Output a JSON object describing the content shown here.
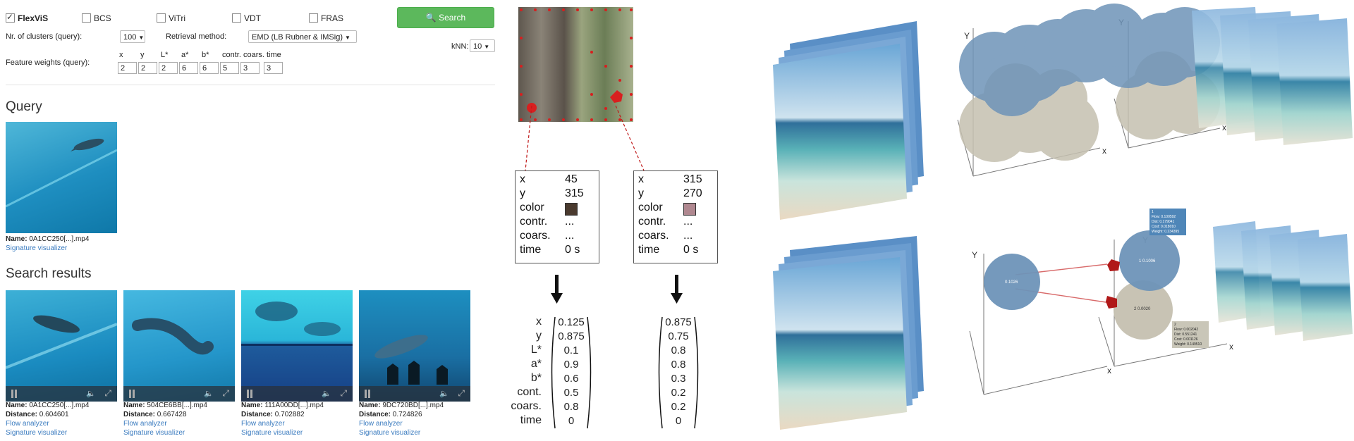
{
  "filters": {
    "checkboxes": [
      {
        "label": "FlexViS",
        "checked": true
      },
      {
        "label": "BCS",
        "checked": false
      },
      {
        "label": "ViTri",
        "checked": false
      },
      {
        "label": "VDT",
        "checked": false
      },
      {
        "label": "FRAS",
        "checked": false
      }
    ],
    "search_label": "Search",
    "clusters_label": "Nr. of clusters (query):",
    "clusters_value": "100",
    "method_label": "Retrieval method:",
    "method_value": "EMD (LB Rubner & IMSig)",
    "knn_label": "kNN:",
    "knn_value": "10",
    "weights_label": "Feature weights (query):",
    "weight_headers": [
      "x",
      "y",
      "L*",
      "a*",
      "b*",
      "contr.",
      "coars.",
      "time"
    ],
    "weight_values": [
      "2",
      "2",
      "2",
      "6",
      "6",
      "5",
      "3",
      "3"
    ]
  },
  "query": {
    "heading": "Query",
    "name_label": "Name:",
    "name": "0A1CC250[...].mp4",
    "link": "Signature visualizer"
  },
  "results": {
    "heading": "Search results",
    "name_label": "Name:",
    "distance_label": "Distance:",
    "items": [
      {
        "name": "0A1CC250[...].mp4",
        "distance": "0.604601",
        "links": [
          "Flow analyzer",
          "Signature visualizer"
        ]
      },
      {
        "name": "504CE6BB[...].mp4",
        "distance": "0.667428",
        "links": [
          "Flow analyzer",
          "Signature visualizer"
        ]
      },
      {
        "name": "111A00DD[...].mp4",
        "distance": "0.702882",
        "links": [
          "Flow analyzer",
          "Signature visualizer"
        ]
      },
      {
        "name": "9DC720BD[...].mp4",
        "distance": "0.724826",
        "links": [
          "Flow analyzer",
          "Signature visualizer"
        ]
      }
    ]
  },
  "feature_boxes": [
    {
      "rows": [
        [
          "x",
          "45"
        ],
        [
          "y",
          "315"
        ],
        [
          "color",
          ""
        ],
        [
          "contr.",
          "..."
        ],
        [
          "coars.",
          "..."
        ],
        [
          "time",
          "0 s"
        ]
      ],
      "color": "#4a3a2e"
    },
    {
      "rows": [
        [
          "x",
          "315"
        ],
        [
          "y",
          "270"
        ],
        [
          "color",
          ""
        ],
        [
          "contr.",
          "..."
        ],
        [
          "coars.",
          "..."
        ],
        [
          "time",
          "0 s"
        ]
      ],
      "color": "#b08890"
    }
  ],
  "vector_labels": [
    "x",
    "y",
    "L*",
    "a*",
    "b*",
    "cont.",
    "coars.",
    "time"
  ],
  "vectors": [
    [
      "0.125",
      "0.875",
      "0.1",
      "0.9",
      "0.6",
      "0.5",
      "0.8",
      "0"
    ],
    [
      "0.875",
      "0.75",
      "0.8",
      "0.8",
      "0.3",
      "0.2",
      "0.2",
      "0"
    ]
  ],
  "plots": {
    "axis_x": "x",
    "axis_y": "Y",
    "nodes": [
      "0.1026",
      "1  0.1006",
      "2  0.0020"
    ],
    "info1": [
      "1",
      "Flow:     0.100592",
      "Dist:     0.179041",
      "Cost:     0.018010",
      "Weight: 0.234395"
    ],
    "info2": [
      "2",
      "Flow:     0.002042",
      "Dist:     0.551241",
      "Cost:     0.001126",
      "Weight: 0.149510"
    ]
  },
  "colors": {
    "accent": "#5cb85c",
    "link": "#3a7bbf",
    "sphere_blue": "#6e94b8",
    "sphere_grey": "#c5c0b0"
  }
}
